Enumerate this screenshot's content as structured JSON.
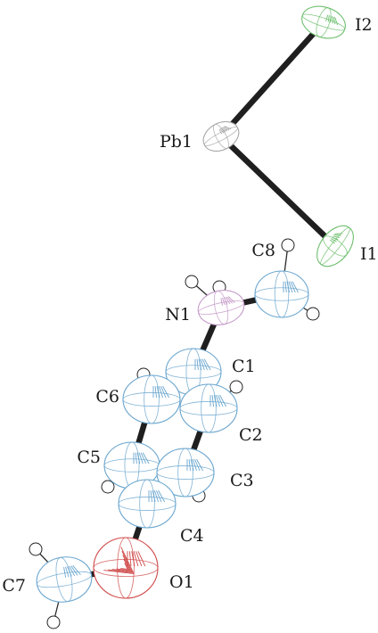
{
  "atoms": [
    {
      "label": "I2",
      "element": "I",
      "color": "#6fbf6f"
    },
    {
      "label": "Pb1",
      "element": "Pb",
      "color": "#a8a8a8"
    },
    {
      "label": "I1",
      "element": "I",
      "color": "#6fbf6f"
    },
    {
      "label": "C8",
      "element": "C",
      "color": "#6aa6cf"
    },
    {
      "label": "N1",
      "element": "N",
      "color": "#c59ac9"
    },
    {
      "label": "C1",
      "element": "C",
      "color": "#6aa6cf"
    },
    {
      "label": "C6",
      "element": "C",
      "color": "#6aa6cf"
    },
    {
      "label": "C2",
      "element": "C",
      "color": "#6aa6cf"
    },
    {
      "label": "C5",
      "element": "C",
      "color": "#6aa6cf"
    },
    {
      "label": "C3",
      "element": "C",
      "color": "#6aa6cf"
    },
    {
      "label": "C4",
      "element": "C",
      "color": "#6aa6cf"
    },
    {
      "label": "O1",
      "element": "O",
      "color": "#d04a4a"
    },
    {
      "label": "C7",
      "element": "C",
      "color": "#6aa6cf"
    }
  ],
  "bonds": [
    [
      "I2",
      "Pb1"
    ],
    [
      "Pb1",
      "I1"
    ],
    [
      "N1",
      "C8"
    ],
    [
      "N1",
      "C1"
    ],
    [
      "C1",
      "C6"
    ],
    [
      "C1",
      "C2"
    ],
    [
      "C6",
      "C5"
    ],
    [
      "C2",
      "C3"
    ],
    [
      "C5",
      "C4"
    ],
    [
      "C3",
      "C4"
    ],
    [
      "C4",
      "O1"
    ],
    [
      "O1",
      "C7"
    ]
  ]
}
